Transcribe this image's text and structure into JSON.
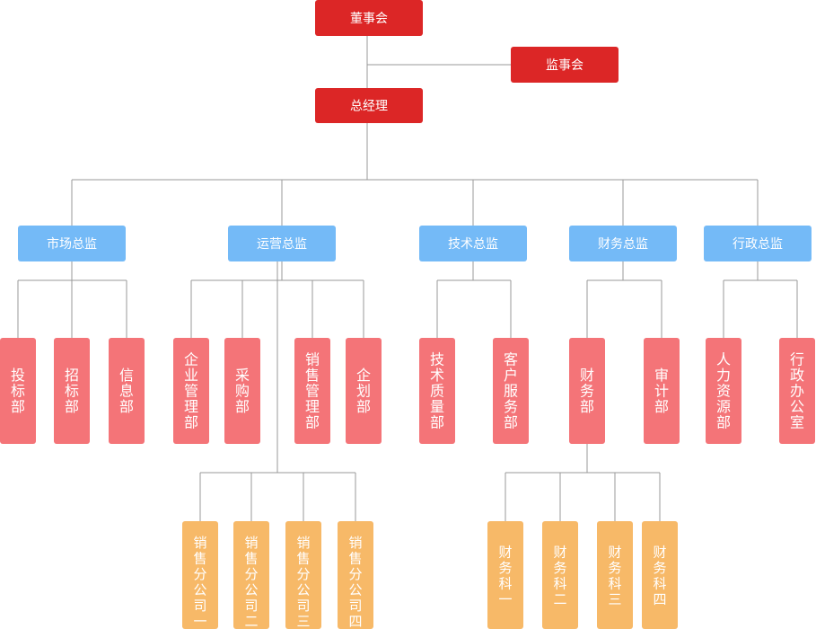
{
  "colors": {
    "top": "#dc2626",
    "director": "#74baf7",
    "dept": "#f47478",
    "sub": "#f7b968",
    "line": "#999999"
  },
  "board": "董事会",
  "supervisors": "监事会",
  "gm": "总经理",
  "directors": [
    {
      "label": "市场总监",
      "departments": [
        "投标部",
        "招标部",
        "信息部"
      ]
    },
    {
      "label": "运营总监",
      "departments": [
        "企业管理部",
        "采购部",
        "销售管理部",
        "企划部"
      ]
    },
    {
      "label": "技术总监",
      "departments": [
        "技术质量部",
        "客户服务部"
      ]
    },
    {
      "label": "财务总监",
      "departments": [
        "财务部",
        "审计部"
      ]
    },
    {
      "label": "行政总监",
      "departments": [
        "人力资源部",
        "行政办公室"
      ]
    }
  ],
  "sales_branches": [
    "销售分公司一",
    "销售分公司二",
    "销售分公司三",
    "销售分公司四"
  ],
  "finance_sections": [
    "财务科一",
    "财务科二",
    "财务科三",
    "财务科四"
  ]
}
